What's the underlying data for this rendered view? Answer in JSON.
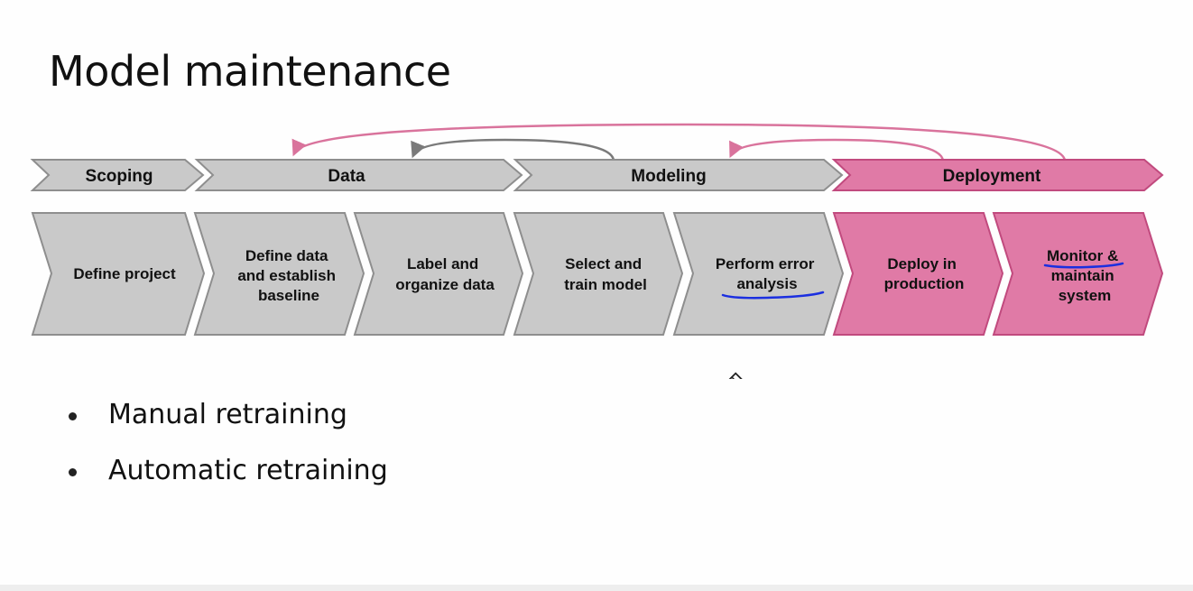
{
  "title": "Model maintenance",
  "colors": {
    "gray": "#c9c9c9",
    "gray_stroke": "#8e8e8e",
    "pink": "#e07aa6",
    "pink_stroke": "#c14a7e",
    "ink_blue": "#1b2fe0",
    "arrow_pink": "#d9739c",
    "arrow_gray": "#7a7a7a"
  },
  "stages": [
    {
      "label": "Scoping",
      "theme": "gray"
    },
    {
      "label": "Data",
      "theme": "gray"
    },
    {
      "label": "Modeling",
      "theme": "gray"
    },
    {
      "label": "Deployment",
      "theme": "pink"
    }
  ],
  "steps": [
    {
      "lines": [
        "Define project"
      ],
      "theme": "gray"
    },
    {
      "lines": [
        "Define data",
        "and establish",
        "baseline"
      ],
      "theme": "gray"
    },
    {
      "lines": [
        "Label and",
        "organize data"
      ],
      "theme": "gray"
    },
    {
      "lines": [
        "Select and",
        "train model"
      ],
      "theme": "gray"
    },
    {
      "lines": [
        "Perform error",
        "analysis"
      ],
      "theme": "gray"
    },
    {
      "lines": [
        "Deploy in",
        "production"
      ],
      "theme": "pink"
    },
    {
      "lines": [
        "Monitor &",
        "maintain",
        "system"
      ],
      "theme": "pink"
    }
  ],
  "bullets": [
    "Manual retraining",
    "Automatic retraining"
  ],
  "icons": {
    "cursor": "pencil-icon"
  }
}
